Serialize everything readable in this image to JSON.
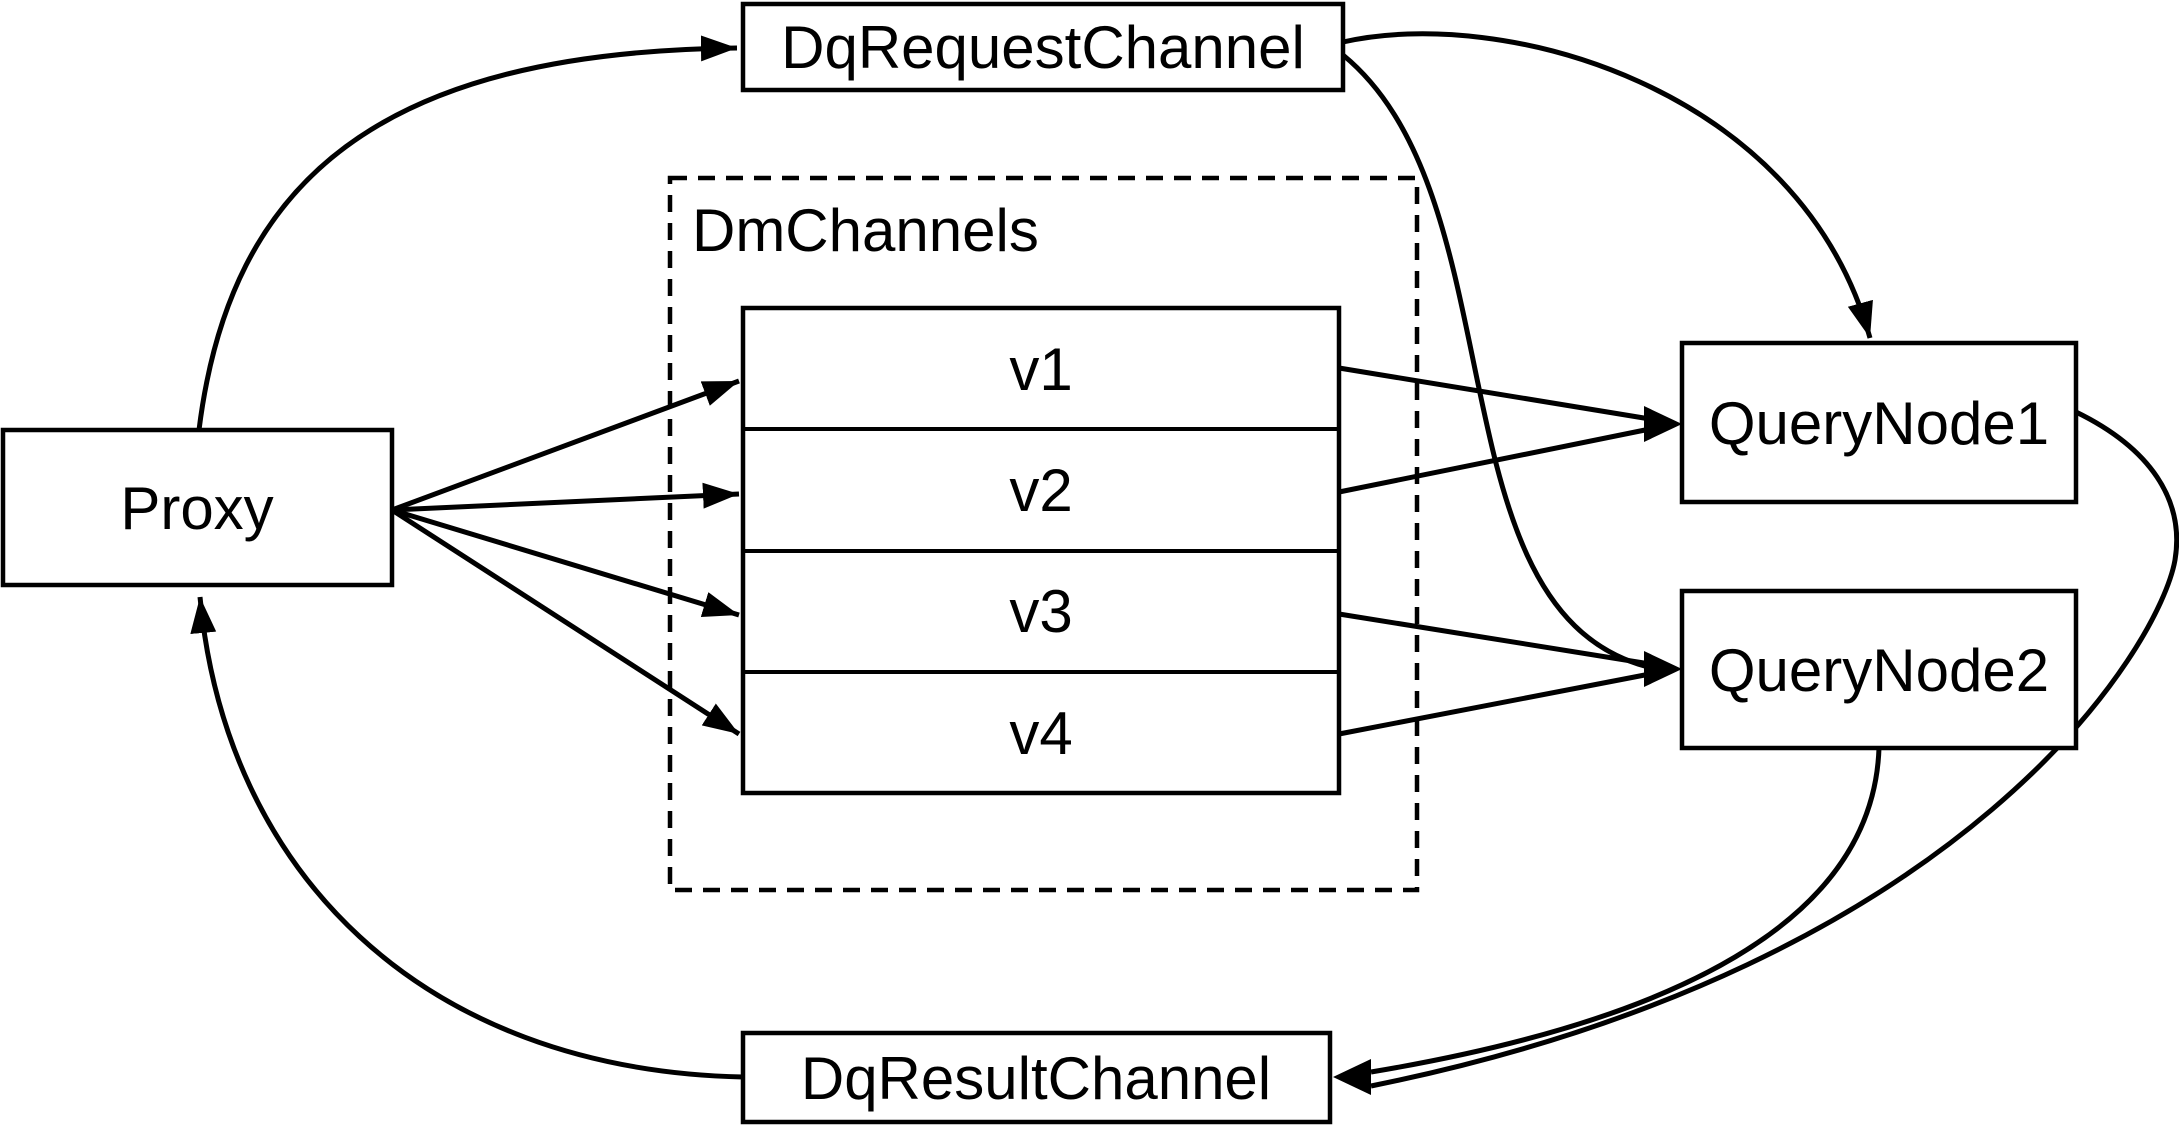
{
  "diagram": {
    "title": "query flow through channels",
    "colors": {
      "background": "#ffffff",
      "node_fill": "#ffffff",
      "stroke": "#000000",
      "text": "#000000"
    },
    "nodes": {
      "proxy": {
        "label": "Proxy"
      },
      "dq_request_channel": {
        "label": "DqRequestChannel"
      },
      "dm_channels": {
        "label": "DmChannels"
      },
      "v1": {
        "label": "v1"
      },
      "v2": {
        "label": "v2"
      },
      "v3": {
        "label": "v3"
      },
      "v4": {
        "label": "v4"
      },
      "query_node1": {
        "label": "QueryNode1"
      },
      "query_node2": {
        "label": "QueryNode2"
      },
      "dq_result_channel": {
        "label": "DqResultChannel"
      }
    },
    "edges": [
      {
        "from": "Proxy",
        "to": "DqRequestChannel",
        "style": "curved-arrow"
      },
      {
        "from": "Proxy",
        "to": "v1",
        "style": "straight-arrow"
      },
      {
        "from": "Proxy",
        "to": "v2",
        "style": "straight-arrow"
      },
      {
        "from": "Proxy",
        "to": "v3",
        "style": "straight-arrow"
      },
      {
        "from": "Proxy",
        "to": "v4",
        "style": "straight-arrow"
      },
      {
        "from": "v1",
        "to": "QueryNode1",
        "style": "straight-arrow"
      },
      {
        "from": "v2",
        "to": "QueryNode1",
        "style": "straight-arrow"
      },
      {
        "from": "v3",
        "to": "QueryNode2",
        "style": "straight-arrow"
      },
      {
        "from": "v4",
        "to": "QueryNode2",
        "style": "straight-arrow"
      },
      {
        "from": "DqRequestChannel",
        "to": "QueryNode1",
        "style": "curved-arrow"
      },
      {
        "from": "DqRequestChannel",
        "to": "QueryNode2",
        "style": "curved-arrow"
      },
      {
        "from": "QueryNode1",
        "to": "DqResultChannel",
        "style": "curved-arrow"
      },
      {
        "from": "QueryNode2",
        "to": "DqResultChannel",
        "style": "curved-arrow"
      },
      {
        "from": "DqResultChannel",
        "to": "Proxy",
        "style": "curved-arrow"
      }
    ]
  }
}
